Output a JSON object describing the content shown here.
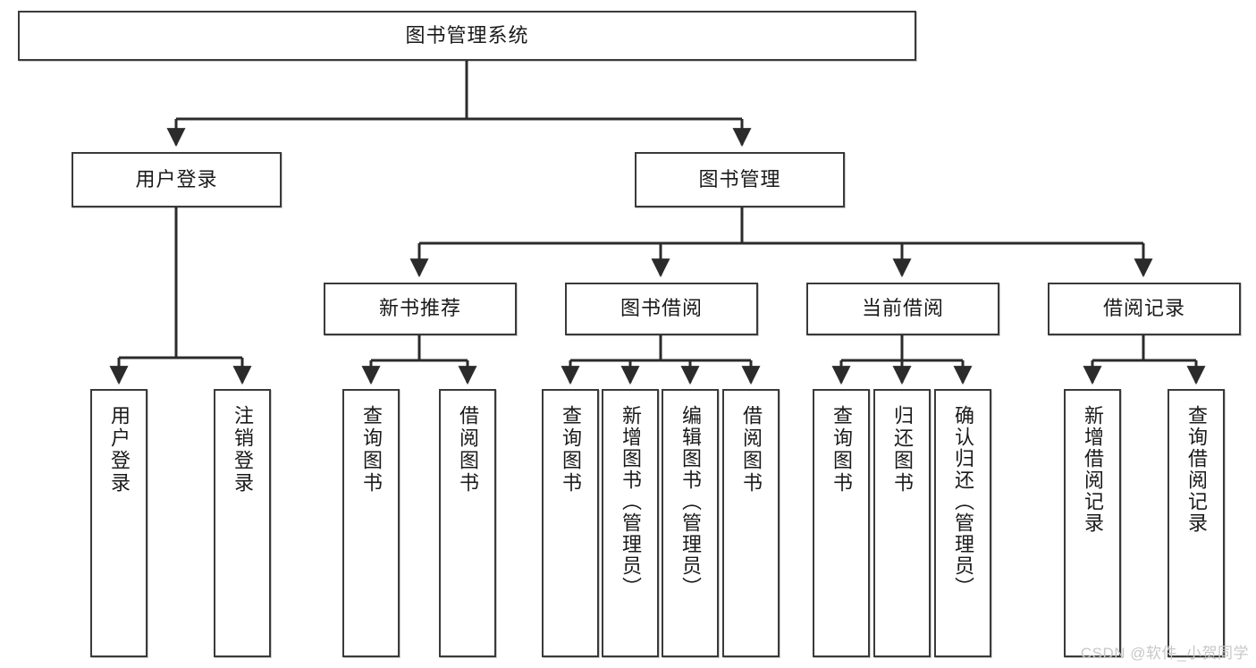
{
  "diagram": {
    "title": "图书管理系统",
    "type": "tree-hierarchy-diagram",
    "colors": {
      "box_border": "#3a3a3a",
      "box_fill": "#ffffff",
      "edge": "#2b2b2b",
      "text": "#1a1a1a",
      "watermark": "#c8c8c8",
      "background": "#ffffff"
    },
    "nodes": {
      "root": {
        "label": "图书管理系统"
      },
      "level2": [
        {
          "id": "user-login",
          "label": "用户登录"
        },
        {
          "id": "book-management",
          "label": "图书管理"
        }
      ],
      "level3": [
        {
          "id": "new-book-recommend",
          "label": "新书推荐"
        },
        {
          "id": "book-borrow",
          "label": "图书借阅"
        },
        {
          "id": "current-borrow",
          "label": "当前借阅"
        },
        {
          "id": "borrow-record",
          "label": "借阅记录"
        }
      ],
      "leaves": {
        "user_login": [
          {
            "id": "leaf-user-login",
            "label": "用户登录"
          },
          {
            "id": "leaf-logout-login",
            "label": "注销登录"
          }
        ],
        "new_book_recommend": [
          {
            "id": "leaf-query-book-1",
            "label": "查询图书"
          },
          {
            "id": "leaf-borrow-book-1",
            "label": "借阅图书"
          }
        ],
        "book_borrow": [
          {
            "id": "leaf-query-book-2",
            "label": "查询图书"
          },
          {
            "id": "leaf-add-book",
            "label": "新增图书（管理员）"
          },
          {
            "id": "leaf-edit-book",
            "label": "编辑图书（管理员）"
          },
          {
            "id": "leaf-borrow-book-2",
            "label": "借阅图书"
          }
        ],
        "current_borrow": [
          {
            "id": "leaf-query-book-3",
            "label": "查询图书"
          },
          {
            "id": "leaf-return-book",
            "label": "归还图书"
          },
          {
            "id": "leaf-confirm-return",
            "label": "确认归还（管理员）"
          }
        ],
        "borrow_record": [
          {
            "id": "leaf-add-borrow-record",
            "label": "新增借阅记录"
          },
          {
            "id": "leaf-query-borrow-record",
            "label": "查询借阅记录"
          }
        ]
      }
    },
    "watermark": "CSDN @软件_小贺同学"
  }
}
